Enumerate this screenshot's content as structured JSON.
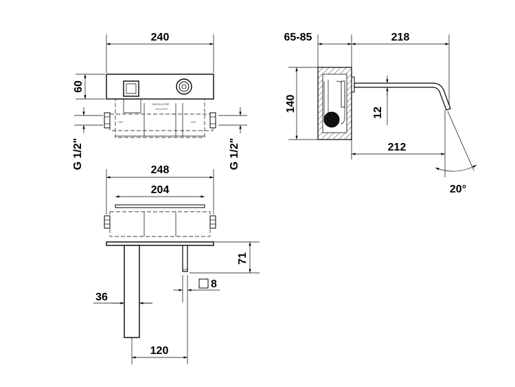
{
  "drawing": {
    "top_view": {
      "width_label": "240",
      "height_label": "60",
      "inlet_left_label": "G 1/2\"",
      "inlet_right_label": "G 1/2\""
    },
    "front_view": {
      "outer_width_label": "248",
      "inner_width_label": "204",
      "plate_height_label": "71",
      "handle_square_label": "8",
      "spout_diameter_label": "36",
      "spout_offset_label": "120"
    },
    "side_view": {
      "wall_depth_label": "65-85",
      "spout_reach_label": "218",
      "box_height_label": "140",
      "spout_pipe_label": "12",
      "outlet_reach_label": "212",
      "angle_label": "20°"
    }
  }
}
